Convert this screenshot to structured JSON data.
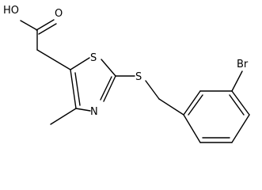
{
  "atom_labels": {
    "ho": "HO",
    "o": "O",
    "s_ring": "S",
    "s_thio": "S",
    "n": "N",
    "br": "Br"
  }
}
